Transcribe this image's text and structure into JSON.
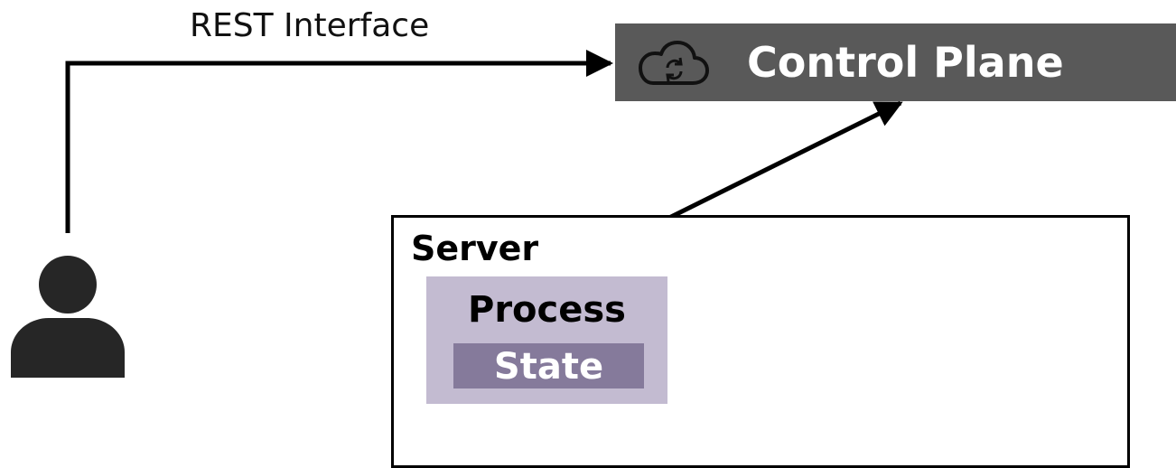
{
  "diagram": {
    "rest_interface_label": "REST Interface",
    "control_plane": {
      "label": "Control Plane",
      "icon": "cloud-sync-icon",
      "color": "#595959"
    },
    "server": {
      "label": "Server"
    },
    "process": {
      "label": "Process",
      "color": "#c3bbd1",
      "state": {
        "label": "State",
        "color": "#857a9b"
      }
    },
    "user": {
      "icon": "user-icon"
    }
  }
}
